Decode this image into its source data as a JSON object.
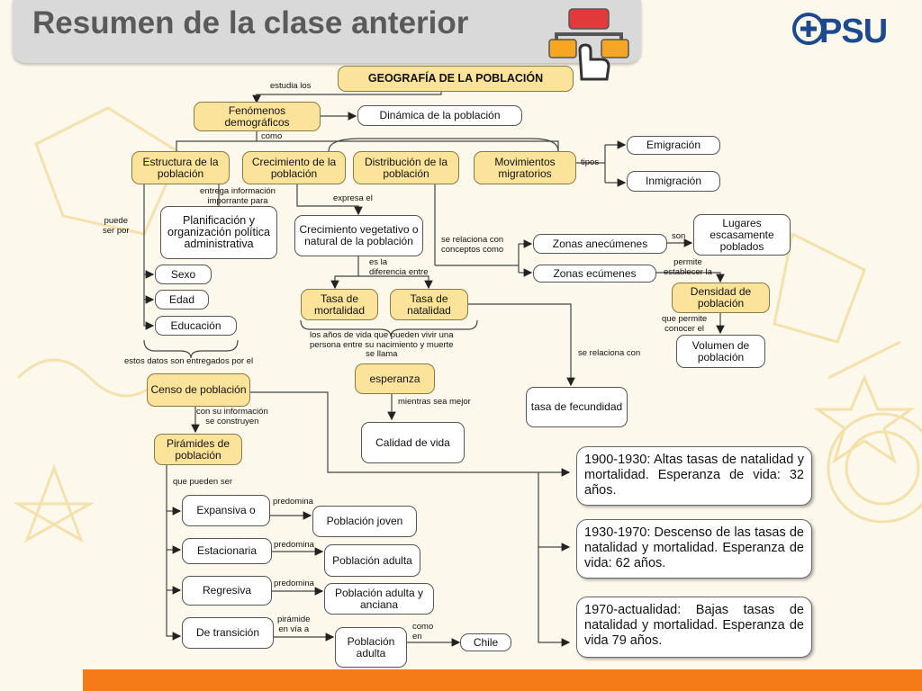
{
  "header": {
    "title": "Resumen de la clase anterior",
    "logo": "PSU"
  },
  "nodes": {
    "geo": "GEOGRAFÍA DE LA POBLACIÓN",
    "fen": "Fenómenos demográficos",
    "din": "Dinámica de la población",
    "est": "Estructura de la población",
    "cre": "Crecimiento de la población",
    "dis": "Distribución de la población",
    "mov": "Movimientos migratorios",
    "emi": "Emigración",
    "inm": "Inmigración",
    "pla": "Planificación y organización política administrativa",
    "cvn": "Crecimiento vegetativo o natural de la población",
    "zan": "Zonas anecúmenes",
    "zec": "Zonas ecúmenes",
    "lug": "Lugares escasamente poblados",
    "sex": "Sexo",
    "eda": "Edad",
    "edu": "Educación",
    "tmo": "Tasa de mortalidad",
    "tna": "Tasa de natalidad",
    "den": "Densidad de población",
    "vol": "Volumen de población",
    "esp": "esperanza",
    "cen": "Censo de población",
    "tfe": "tasa de fecundidad",
    "cal": "Calidad de vida",
    "pir": "Pirámides de población",
    "exp": "Expansiva o",
    "pjo": "Población joven",
    "etc": "Estacionaria",
    "pad": "Población adulta",
    "reg": "Regresiva",
    "paa": "Población adulta y anciana",
    "det": "De transición",
    "pa2": "Población adulta",
    "chi": "Chile"
  },
  "labels": {
    "estudia": "estudia los",
    "como": "como",
    "tipos": "tipos",
    "entrega": "entrega información\nimporrante para",
    "puede": "puede\nser por",
    "expresa": "expresa el",
    "serel": "se relaciona con\nconceptos como",
    "son": "son",
    "permite": "permite\nestablecer la",
    "esla": "es la\ndiferencia entre",
    "queperm": "que permite\nconocer el",
    "anos": "los años de vida que pueden vivir una\npersona entre su nacimiento y muerte\nse llama",
    "datos": "estos datos son entregados por el",
    "serel2": "se relaciona con",
    "mientras": "mientras sea mejor",
    "consu": "con su información\nse construyen",
    "quepueden": "que pueden ser",
    "pred1": "predomina",
    "pred2": "predomina",
    "pred3": "predomina",
    "piram": "pirámide\nen vía a",
    "comoen": "como\nen"
  },
  "periods": [
    {
      "text": "1900-1930: Altas tasas de natalidad y mortalidad. Esperanza de vida: 32 años."
    },
    {
      "text": "1930-1970: Descenso de las tasas de natalidad y mortalidad. Esperanza de vida: 62 años."
    },
    {
      "text": "1970-actualidad: Bajas tasas de natalidad y mortalidad. Esperanza de vida 79 años."
    }
  ],
  "colors": {
    "accent": "#f47b17",
    "node_yellow": "#fce39a",
    "logo_blue": "#1c4a8c",
    "title_gray": "#5a5a5a"
  }
}
